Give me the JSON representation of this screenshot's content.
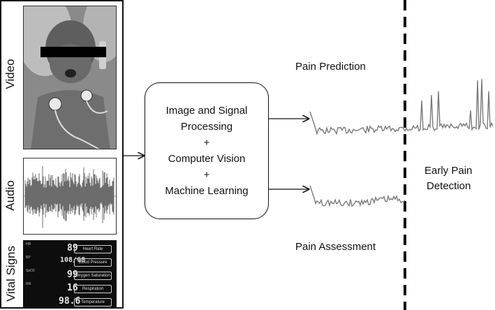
{
  "panels": {
    "video_label": "Video",
    "audio_label": "Audio",
    "vitals_label": "Vital Signs"
  },
  "vitals": [
    {
      "value": "89",
      "name": "Heart Rate"
    },
    {
      "value": "108/68",
      "name": "Blood Pressure"
    },
    {
      "value": "99",
      "name": "Oxygen Saturation"
    },
    {
      "value": "16",
      "name": "Respiration"
    },
    {
      "value": "98.6",
      "name": "Temperature"
    }
  ],
  "vitals_small_labels": [
    "HR",
    "BP",
    "SpO2",
    "RR"
  ],
  "process": {
    "line1": "Image and Signal",
    "line2": "Processing",
    "plus1": "+",
    "line3": "Computer Vision",
    "plus2": "+",
    "line4": "Machine Learning"
  },
  "outputs": {
    "top_label": "Pain Prediction",
    "bottom_label": "Pain Assessment",
    "early_line1": "Early Pain",
    "early_line2": "Detection"
  }
}
